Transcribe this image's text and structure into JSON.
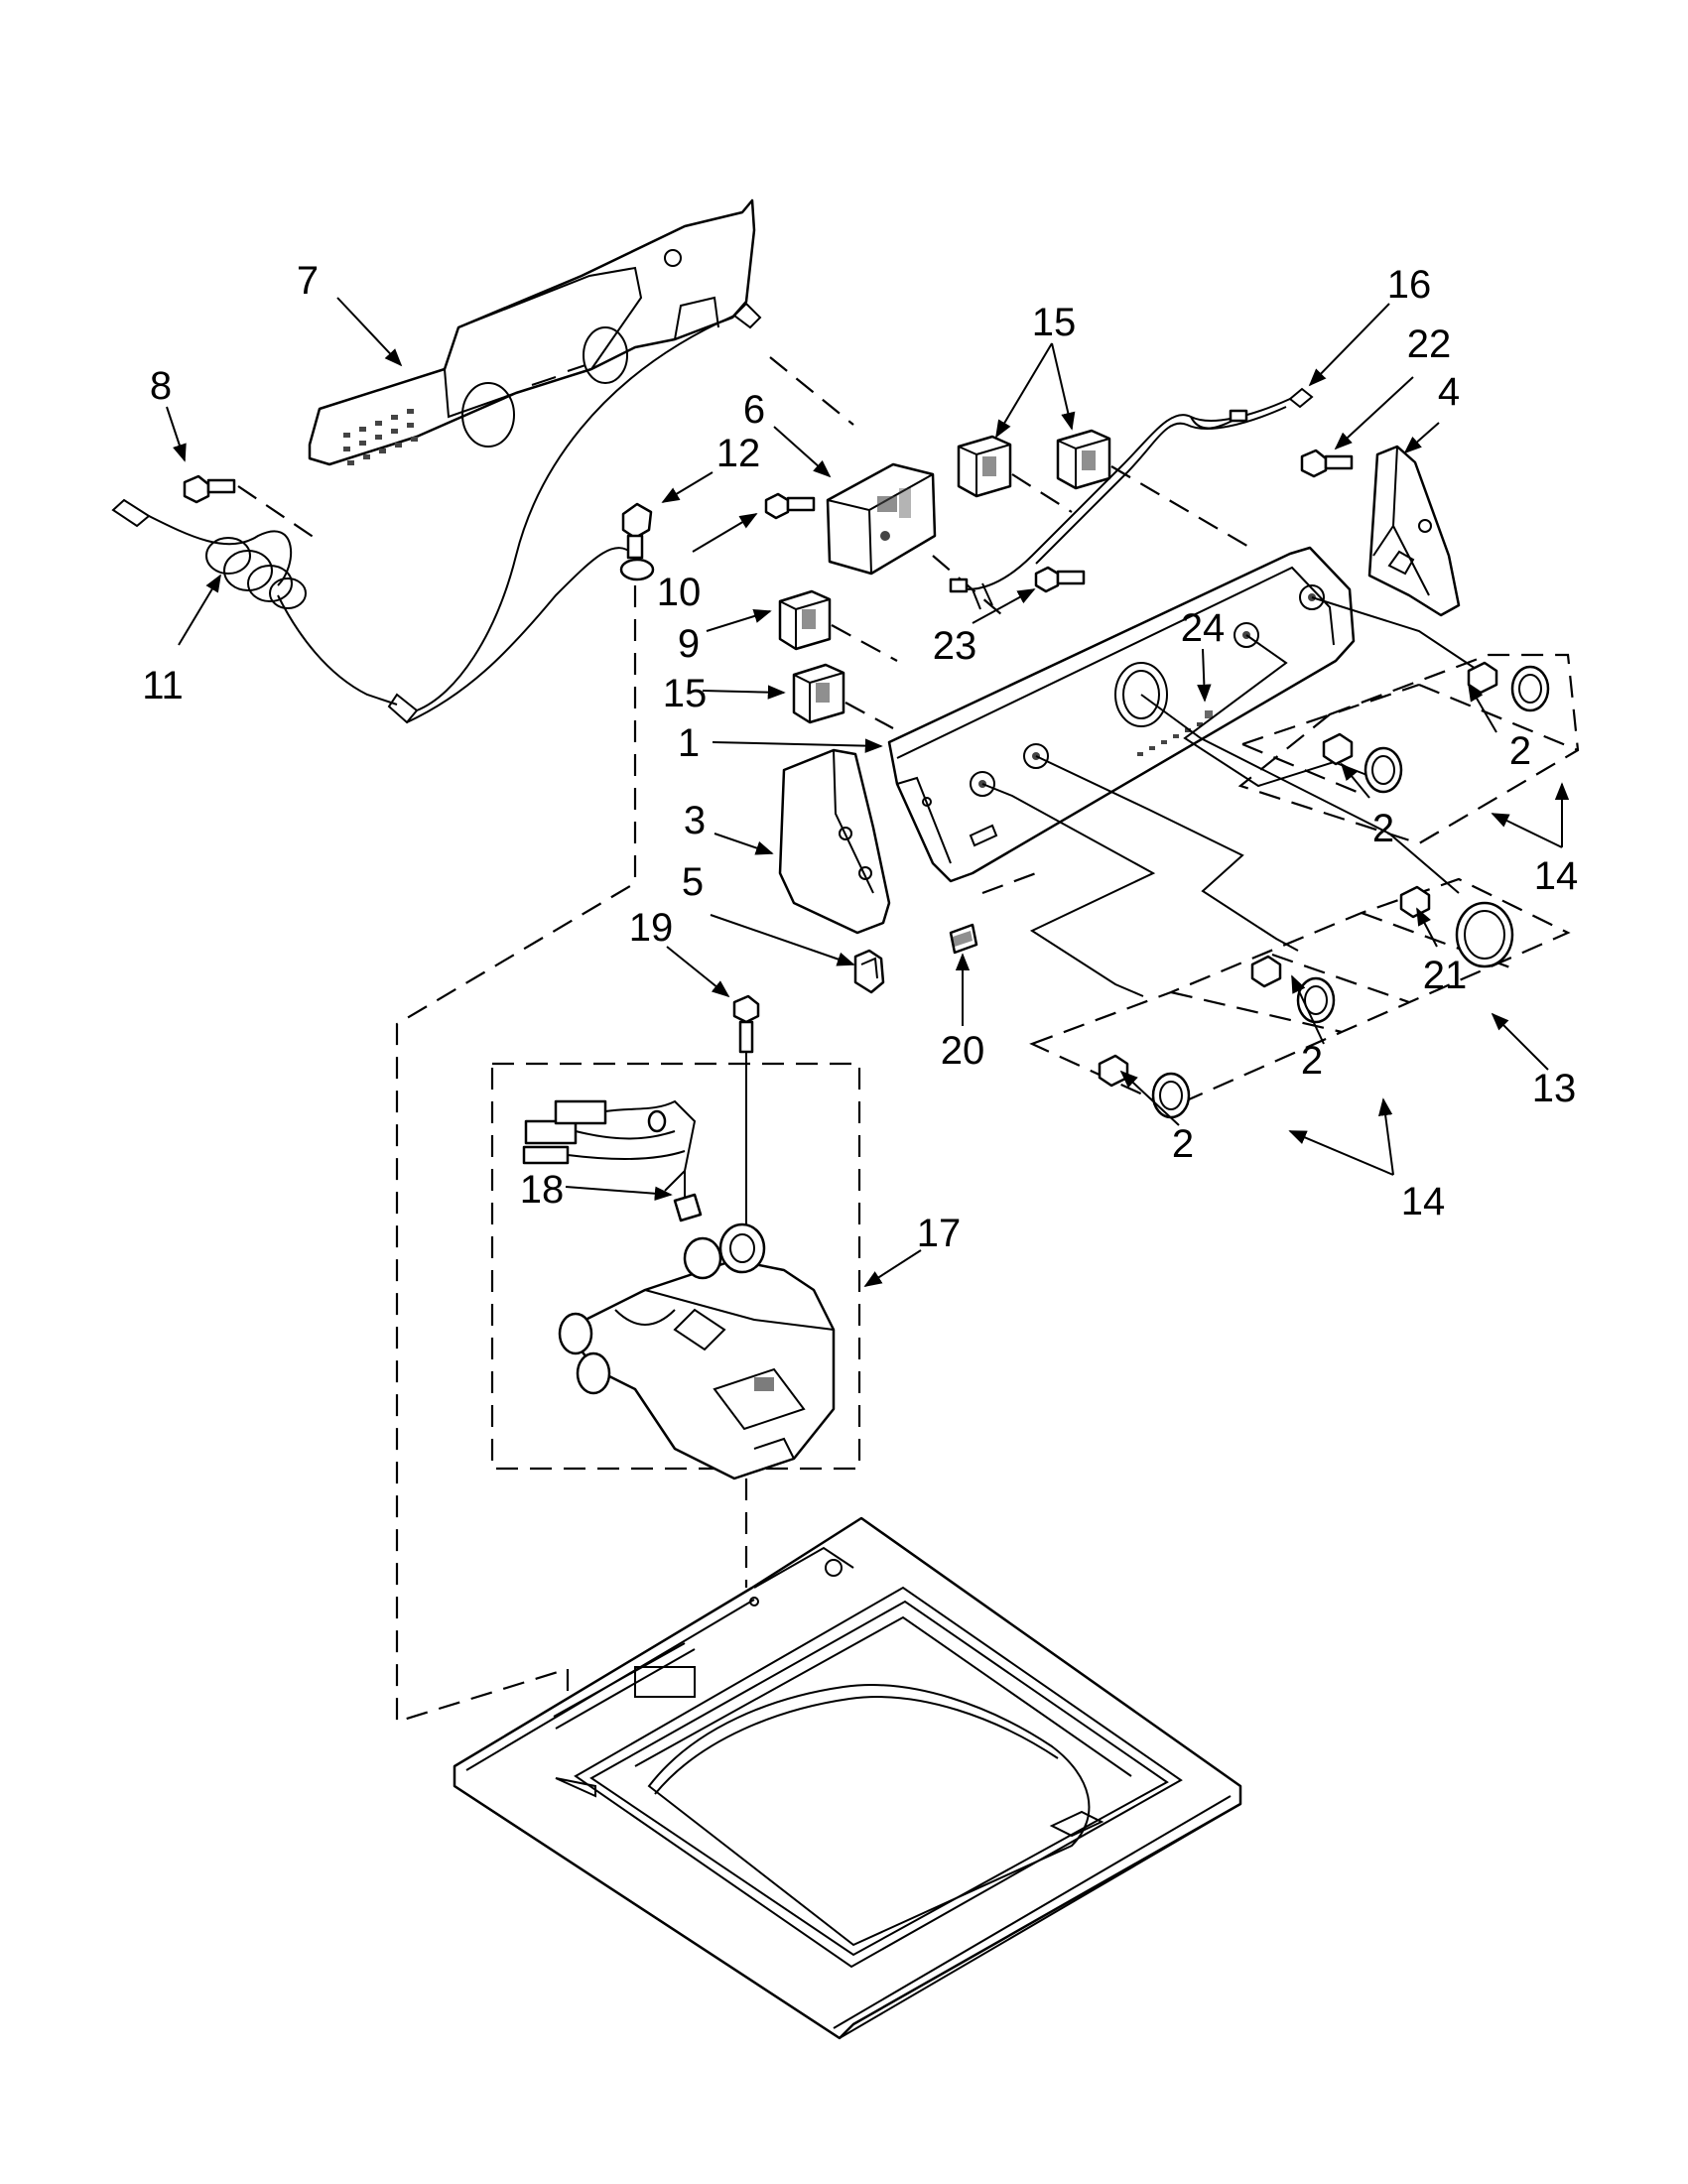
{
  "callouts": [
    {
      "id": "7",
      "text": "7"
    },
    {
      "id": "8",
      "text": "8"
    },
    {
      "id": "6",
      "text": "6"
    },
    {
      "id": "12",
      "text": "12"
    },
    {
      "id": "15a",
      "text": "15"
    },
    {
      "id": "16",
      "text": "16"
    },
    {
      "id": "22",
      "text": "22"
    },
    {
      "id": "4",
      "text": "4"
    },
    {
      "id": "10",
      "text": "10"
    },
    {
      "id": "9",
      "text": "9"
    },
    {
      "id": "23",
      "text": "23"
    },
    {
      "id": "24",
      "text": "24"
    },
    {
      "id": "11",
      "text": "11"
    },
    {
      "id": "15b",
      "text": "15"
    },
    {
      "id": "1",
      "text": "1"
    },
    {
      "id": "3",
      "text": "3"
    },
    {
      "id": "5",
      "text": "5"
    },
    {
      "id": "19",
      "text": "19"
    },
    {
      "id": "20",
      "text": "20"
    },
    {
      "id": "2a",
      "text": "2"
    },
    {
      "id": "2b",
      "text": "2"
    },
    {
      "id": "14a",
      "text": "14"
    },
    {
      "id": "21",
      "text": "21"
    },
    {
      "id": "2c",
      "text": "2"
    },
    {
      "id": "13",
      "text": "13"
    },
    {
      "id": "2d",
      "text": "2"
    },
    {
      "id": "14b",
      "text": "14"
    },
    {
      "id": "18",
      "text": "18"
    },
    {
      "id": "17",
      "text": "17"
    }
  ]
}
